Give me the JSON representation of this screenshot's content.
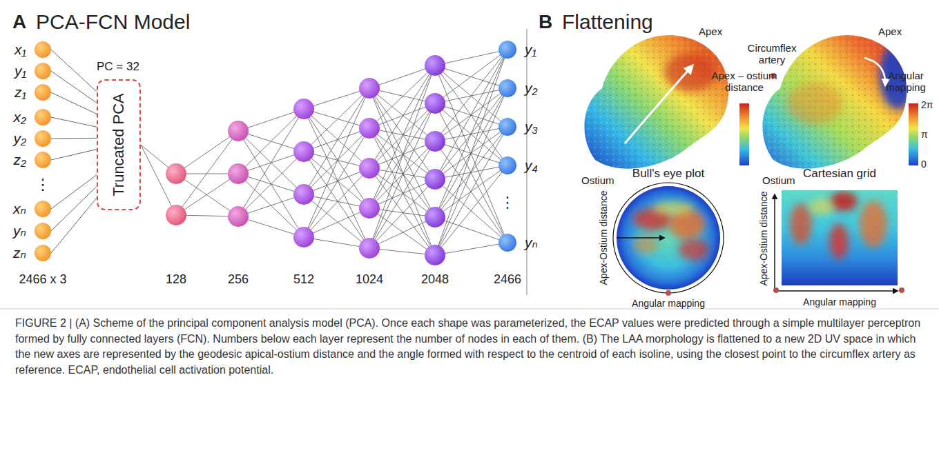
{
  "diagram": {
    "caption": "FIGURE 2 | (A) Scheme of the principal component analysis model (PCA). Once each shape was parameterized, the ECAP values were predicted through a simple multilayer perceptron formed by fully connected layers (FCN). Numbers below each layer represent the number of nodes in each of them. (B) The LAA morphology is flattened to a new 2D UV space in which the new axes are represented by the geodesic apical-ostium distance and the angle formed with respect to the centroid of each isoline, using the closest point to the circumflex artery as reference. ECAP, endothelial cell activation potential.",
    "nodes": [
      {
        "text": [
          "x₁"
        ]
      },
      {
        "text": [
          "y₁"
        ]
      },
      {
        "text": [
          "z₁"
        ]
      },
      {
        "text": [
          "x₂"
        ]
      },
      {
        "text": [
          "y₂"
        ]
      },
      {
        "text": [
          "z₂"
        ]
      },
      {
        "text": [
          "xₙ"
        ]
      },
      {
        "text": [
          "yₙ"
        ]
      },
      {
        "text": [
          "zₙ"
        ]
      },
      {
        "text": [
          "Truncated PCA"
        ]
      },
      {
        "text": [
          "y₁"
        ]
      },
      {
        "text": [
          "y₂"
        ]
      },
      {
        "text": [
          "y₃"
        ]
      },
      {
        "text": [
          "y₄"
        ]
      },
      {
        "text": [
          "yₙ"
        ]
      }
    ],
    "edges": [
      {
        "from": 0,
        "to": 9,
        "arrow": "none"
      },
      {
        "from": 1,
        "to": 9,
        "arrow": "none"
      },
      {
        "from": 2,
        "to": 9,
        "arrow": "none"
      },
      {
        "from": 3,
        "to": 9,
        "arrow": "none"
      },
      {
        "from": 4,
        "to": 9,
        "arrow": "none"
      },
      {
        "from": 5,
        "to": 9,
        "arrow": "none"
      },
      {
        "from": 6,
        "to": 9,
        "arrow": "none"
      },
      {
        "from": 7,
        "to": 9,
        "arrow": "none"
      },
      {
        "from": 8,
        "to": 9,
        "arrow": "none"
      }
    ],
    "labels": [
      "A",
      "PCA-FCN Model",
      "⋮",
      "PC = 32",
      "2466 x 3",
      "128",
      "256",
      "512",
      "1024",
      "2048",
      "2466",
      "⋮",
      "B",
      "Flattening",
      "Apex",
      "Apex – ostium distance",
      "Ostium",
      "Circumflex artery",
      "Apex",
      "Angular mapping",
      "2π",
      "π",
      "0",
      "Ostium",
      "Bull's eye plot",
      "Apex-Ostium distance",
      "Angular mapping",
      "Cartesian grid",
      "Apex-Ostium distance",
      "Angular mapping"
    ]
  }
}
